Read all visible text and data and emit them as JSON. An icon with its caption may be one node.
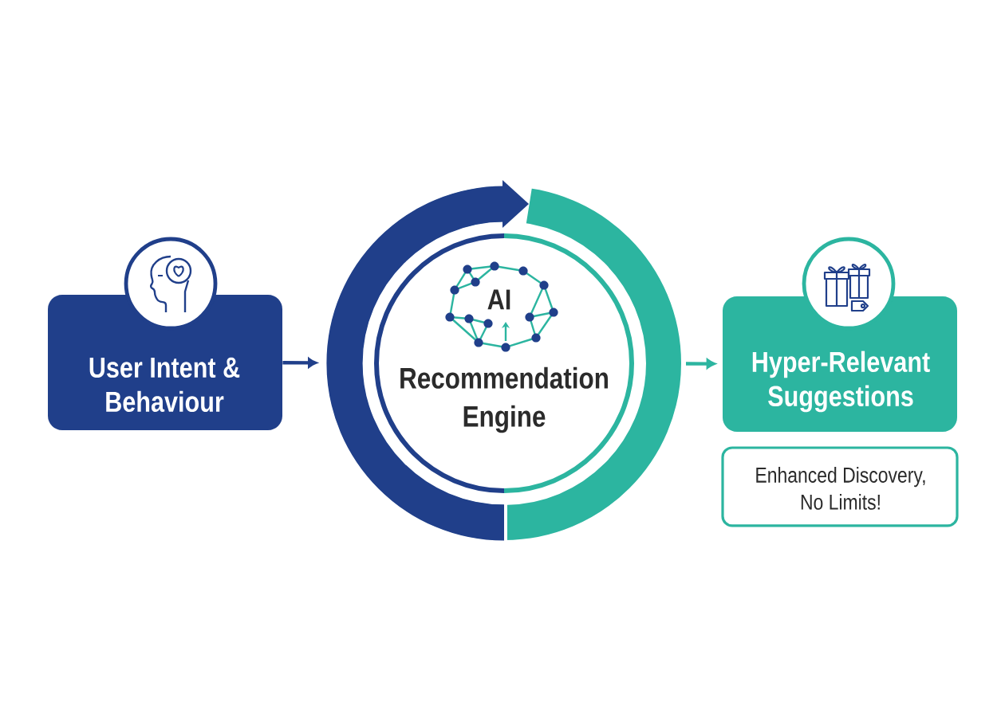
{
  "diagram": {
    "nodes": [
      {
        "text": [
          "User Intent & Behaviour"
        ]
      },
      {
        "text": [
          "AI",
          "Recommendation Engine"
        ]
      },
      {
        "text": [
          "Hyper-Relevant Suggestions"
        ]
      },
      {
        "text": [
          "Enhanced Discovery, No Limits!"
        ]
      }
    ],
    "edges": [
      {
        "from": 0,
        "to": 1,
        "arrow": "to",
        "color": "#203f8a"
      },
      {
        "from": 1,
        "to": 2,
        "arrow": "to",
        "color": "#2cb5a0"
      }
    ]
  }
}
